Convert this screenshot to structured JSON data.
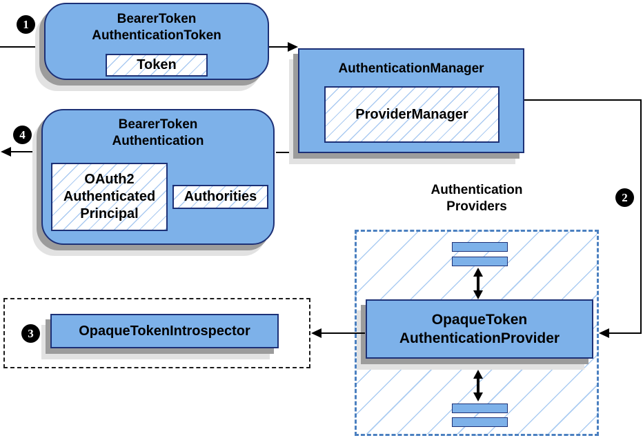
{
  "steps": {
    "one": "1",
    "two": "2",
    "three": "3",
    "four": "4"
  },
  "nodes": {
    "bearer_token_authentication_token": {
      "line1": "BearerToken",
      "line2": "AuthenticationToken",
      "inner": "Token"
    },
    "authentication_manager": {
      "title": "AuthenticationManager",
      "inner": "ProviderManager"
    },
    "bearer_token_authentication": {
      "line1": "BearerToken",
      "line2": "Authentication",
      "principal1": "OAuth2",
      "principal2": "Authenticated",
      "principal3": "Principal",
      "authorities": "Authorities"
    },
    "opaque_token_introspector": {
      "label": "OpaqueTokenIntrospector"
    },
    "authentication_providers": {
      "label1": "Authentication",
      "label2": "Providers",
      "provider1": "OpaqueToken",
      "provider2": "AuthenticationProvider"
    }
  },
  "colors": {
    "node_fill": "#7db1e9",
    "node_border": "#1c3076",
    "hatch_line": "#aacaf1",
    "providers_dash_border": "#4b80c0",
    "introspector_dash_border": "#1a1a1a",
    "shadow_dark": "#9c9c9c",
    "shadow_light": "#e2e2e2",
    "arrow": "#000000",
    "step_circle_bg": "#000000",
    "step_circle_text": "#ffffff"
  }
}
